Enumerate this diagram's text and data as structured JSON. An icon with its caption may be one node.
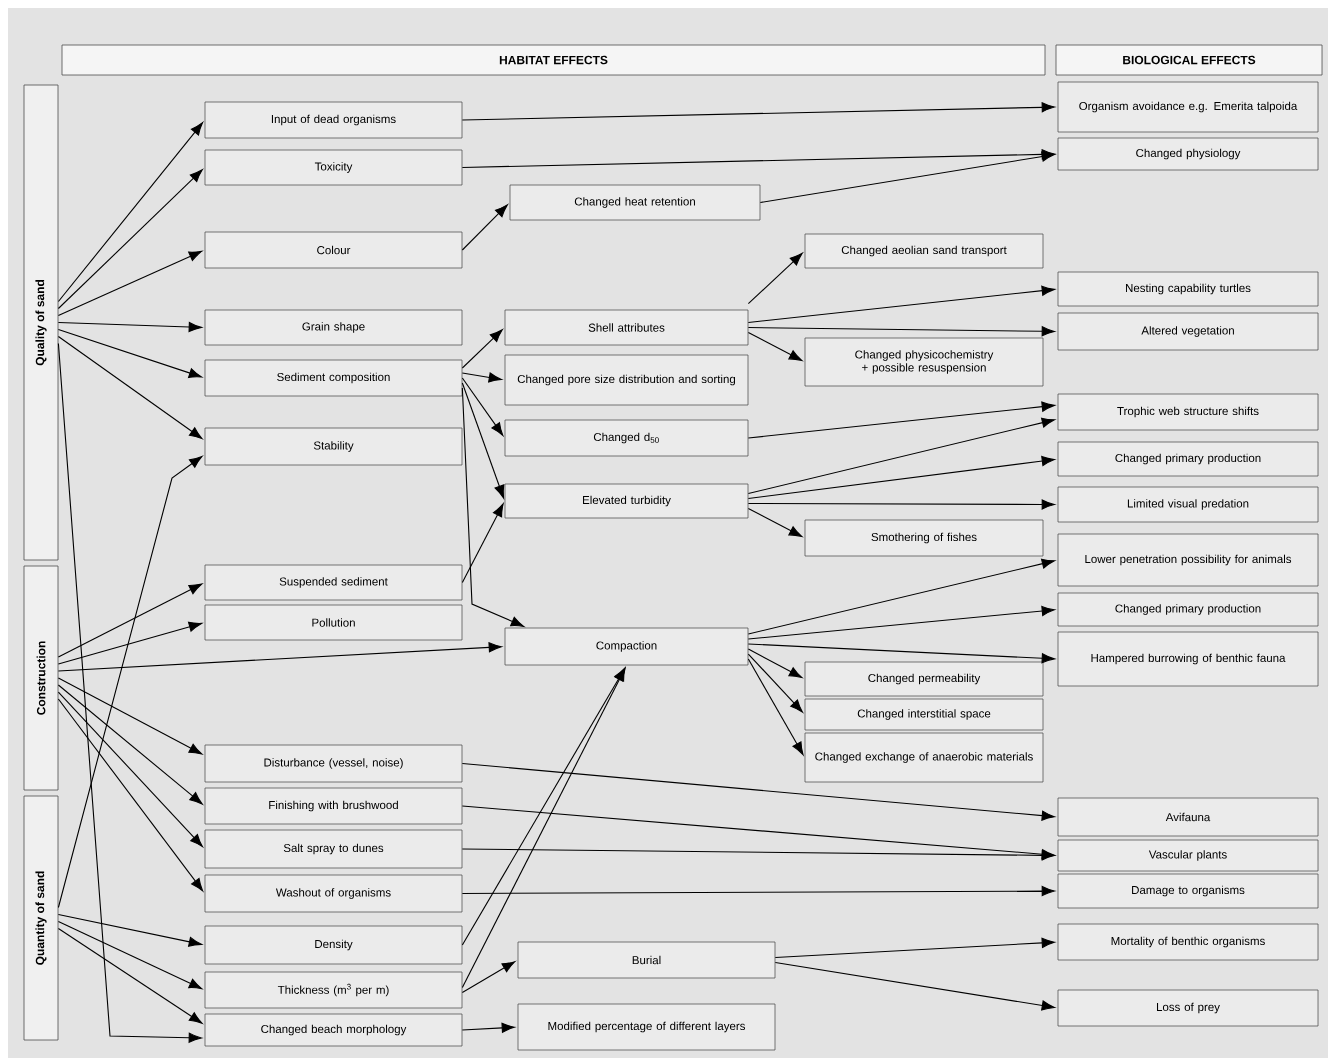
{
  "diagram": {
    "nodes": [
      {
        "text": [
          "HABITAT EFFECTS"
        ]
      },
      {
        "text": [
          "BIOLOGICAL EFFECTS"
        ]
      },
      {
        "text": [
          "Quality of sand"
        ]
      },
      {
        "text": [
          "Construction"
        ]
      },
      {
        "text": [
          "Quantity of sand"
        ]
      },
      {
        "text": [
          "Input of dead organisms"
        ]
      },
      {
        "text": [
          "Toxicity"
        ]
      },
      {
        "text": [
          "Colour"
        ]
      },
      {
        "text": [
          "Grain shape"
        ]
      },
      {
        "text": [
          "Sediment composition"
        ]
      },
      {
        "text": [
          "Stability"
        ]
      },
      {
        "text": [
          "Suspended sediment"
        ]
      },
      {
        "text": [
          "Pollution"
        ]
      },
      {
        "text": [
          "Disturbance (vessel, noise)"
        ]
      },
      {
        "text": [
          "Finishing with brushwood"
        ]
      },
      {
        "text": [
          "Salt spray to dunes"
        ]
      },
      {
        "text": [
          "Washout of organisms"
        ]
      },
      {
        "text": [
          "Density"
        ]
      },
      {
        "text": [
          "Thickness (m$^{3}$ per m)"
        ]
      },
      {
        "text": [
          "Changed beach morphology"
        ]
      },
      {
        "text": [
          "Changed heat retention"
        ]
      },
      {
        "text": [
          "Shell attributes"
        ]
      },
      {
        "text": [
          "Changed pore size distribution and sorting"
        ]
      },
      {
        "text": [
          "Changed d$_{50}$"
        ]
      },
      {
        "text": [
          "Elevated turbidity"
        ]
      },
      {
        "text": [
          "Compaction"
        ]
      },
      {
        "text": [
          "Burial"
        ]
      },
      {
        "text": [
          "Modified percentage of different layers"
        ]
      },
      {
        "text": [
          "Changed aeolian sand transport"
        ]
      },
      {
        "text": [
          "Changed physicochemistry + possible resuspension"
        ]
      },
      {
        "text": [
          "Smothering of fishes"
        ]
      },
      {
        "text": [
          "Changed permeability"
        ]
      },
      {
        "text": [
          "Changed interstitial space"
        ]
      },
      {
        "text": [
          "Changed exchange of anaerobic materials"
        ]
      },
      {
        "text": [
          "Organism avoidance e.g. Emerita talpoida"
        ]
      },
      {
        "text": [
          "Changed physiology"
        ]
      },
      {
        "text": [
          "Nesting capability turtles"
        ]
      },
      {
        "text": [
          "Altered vegetation"
        ]
      },
      {
        "text": [
          "Trophic web structure shifts"
        ]
      },
      {
        "text": [
          "Changed primary production"
        ]
      },
      {
        "text": [
          "Limited visual predation"
        ]
      },
      {
        "text": [
          "Lower penetration possibility for animals"
        ]
      },
      {
        "text": [
          "Changed primary production"
        ]
      },
      {
        "text": [
          "Hampered burrowing of benthic fauna"
        ]
      },
      {
        "text": [
          "Avifauna"
        ]
      },
      {
        "text": [
          "Vascular plants"
        ]
      },
      {
        "text": [
          "Damage to organisms"
        ]
      },
      {
        "text": [
          "Mortality of benthic organisms"
        ]
      },
      {
        "text": [
          "Loss of prey"
        ]
      }
    ],
    "edges": [
      {
        "from": 2,
        "to": 5,
        "arrow": "to"
      },
      {
        "from": 2,
        "to": 6,
        "arrow": "to"
      },
      {
        "from": 2,
        "to": 7,
        "arrow": "to"
      },
      {
        "from": 2,
        "to": 8,
        "arrow": "to"
      },
      {
        "from": 2,
        "to": 9,
        "arrow": "to"
      },
      {
        "from": 2,
        "to": 10,
        "arrow": "to"
      },
      {
        "from": 2,
        "to": 19,
        "arrow": "to"
      },
      {
        "from": 3,
        "to": 11,
        "arrow": "to"
      },
      {
        "from": 3,
        "to": 12,
        "arrow": "to"
      },
      {
        "from": 3,
        "to": 25,
        "arrow": "to"
      },
      {
        "from": 3,
        "to": 13,
        "arrow": "to"
      },
      {
        "from": 3,
        "to": 14,
        "arrow": "to"
      },
      {
        "from": 3,
        "to": 15,
        "arrow": "to"
      },
      {
        "from": 3,
        "to": 16,
        "arrow": "to"
      },
      {
        "from": 4,
        "to": 10,
        "arrow": "to"
      },
      {
        "from": 4,
        "to": 17,
        "arrow": "to"
      },
      {
        "from": 4,
        "to": 18,
        "arrow": "to"
      },
      {
        "from": 4,
        "to": 19,
        "arrow": "to"
      },
      {
        "from": 5,
        "to": 34,
        "arrow": "to"
      },
      {
        "from": 6,
        "to": 35,
        "arrow": "to"
      },
      {
        "from": 7,
        "to": 20,
        "arrow": "to"
      },
      {
        "from": 20,
        "to": 35,
        "arrow": "to"
      },
      {
        "from": 9,
        "to": 21,
        "arrow": "to"
      },
      {
        "from": 9,
        "to": 22,
        "arrow": "to"
      },
      {
        "from": 9,
        "to": 23,
        "arrow": "to"
      },
      {
        "from": 9,
        "to": 24,
        "arrow": "to"
      },
      {
        "from": 9,
        "to": 25,
        "arrow": "to"
      },
      {
        "from": 11,
        "to": 24,
        "arrow": "to"
      },
      {
        "from": 17,
        "to": 25,
        "arrow": "to"
      },
      {
        "from": 18,
        "to": 25,
        "arrow": "to"
      },
      {
        "from": 18,
        "to": 26,
        "arrow": "to"
      },
      {
        "from": 19,
        "to": 27,
        "arrow": "to"
      },
      {
        "from": 21,
        "to": 28,
        "arrow": "to"
      },
      {
        "from": 21,
        "to": 36,
        "arrow": "to"
      },
      {
        "from": 21,
        "to": 37,
        "arrow": "to"
      },
      {
        "from": 21,
        "to": 29,
        "arrow": "to"
      },
      {
        "from": 23,
        "to": 38,
        "arrow": "to"
      },
      {
        "from": 24,
        "to": 38,
        "arrow": "to"
      },
      {
        "from": 24,
        "to": 39,
        "arrow": "to"
      },
      {
        "from": 24,
        "to": 40,
        "arrow": "to"
      },
      {
        "from": 24,
        "to": 30,
        "arrow": "to"
      },
      {
        "from": 25,
        "to": 41,
        "arrow": "to"
      },
      {
        "from": 25,
        "to": 42,
        "arrow": "to"
      },
      {
        "from": 25,
        "to": 43,
        "arrow": "to"
      },
      {
        "from": 25,
        "to": 31,
        "arrow": "to"
      },
      {
        "from": 25,
        "to": 32,
        "arrow": "to"
      },
      {
        "from": 25,
        "to": 33,
        "arrow": "to"
      },
      {
        "from": 13,
        "to": 44,
        "arrow": "to"
      },
      {
        "from": 14,
        "to": 45,
        "arrow": "to"
      },
      {
        "from": 15,
        "to": 45,
        "arrow": "to"
      },
      {
        "from": 16,
        "to": 46,
        "arrow": "to"
      },
      {
        "from": 26,
        "to": 47,
        "arrow": "to"
      },
      {
        "from": 26,
        "to": 48,
        "arrow": "to"
      }
    ]
  }
}
